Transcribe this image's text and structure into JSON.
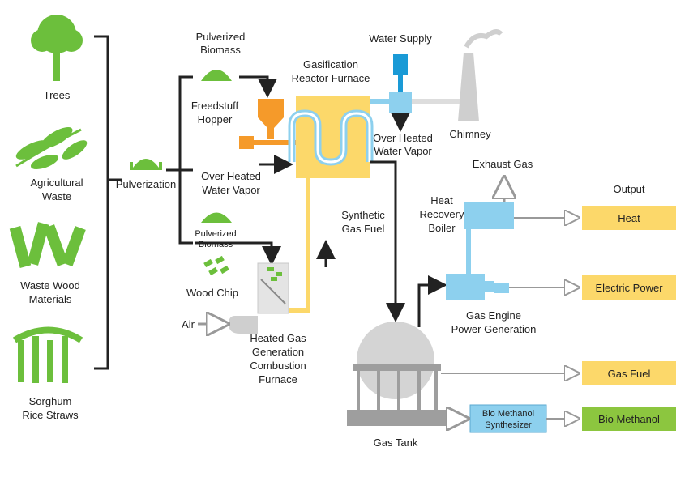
{
  "sources": {
    "trees": "Trees",
    "agri_1": "Agricultural",
    "agri_2": "Waste",
    "wood_1": "Waste Wood",
    "wood_2": "Materials",
    "sorghum_1": "Sorghum",
    "sorghum_2": "Rice Straws"
  },
  "process": {
    "pulverization": "Pulverization",
    "pulv_biomass_top_1": "Pulverized",
    "pulv_biomass_top_2": "Biomass",
    "pulv_biomass_bot_1": "Pulverized",
    "pulv_biomass_bot_2": "Biomass",
    "hopper_1": "Freedstuff",
    "hopper_2": "Hopper",
    "gasif_1": "Gasification",
    "gasif_2": "Reactor Furnace",
    "water_supply": "Water Supply",
    "vapor_right_1": "Over Heated",
    "vapor_right_2": "Water Vapor",
    "vapor_left_1": "Over Heated",
    "vapor_left_2": "Water Vapor",
    "chimney": "Chimney",
    "wood_chip": "Wood Chip",
    "air": "Air",
    "combustion_1": "Heated Gas",
    "combustion_2": "Generation",
    "combustion_3": "Combustion",
    "combustion_4": "Furnace",
    "syngas_1": "Synthetic",
    "syngas_2": "Gas Fuel",
    "exhaust": "Exhaust Gas",
    "boiler_1": "Heat",
    "boiler_2": "Recovery",
    "boiler_3": "Boiler",
    "engine_1": "Gas Engine",
    "engine_2": "Power Generation",
    "gas_tank": "Gas Tank",
    "methanol_synth_1": "Bio Methanol",
    "methanol_synth_2": "Synthesizer"
  },
  "outputs": {
    "title": "Output",
    "heat": "Heat",
    "electric": "Electric Power",
    "gas_fuel": "Gas Fuel",
    "bio_methanol": "Bio Methanol"
  },
  "colors": {
    "plant_green": "#6cbf3c",
    "furnace_yellow": "#fcd86a",
    "equipment_blue": "#8dd0ee",
    "hopper_orange": "#f59a2a",
    "output_yellow": "#fcd86a",
    "output_green": "#8cc63f",
    "tank_gray": "#bdbdbd"
  }
}
